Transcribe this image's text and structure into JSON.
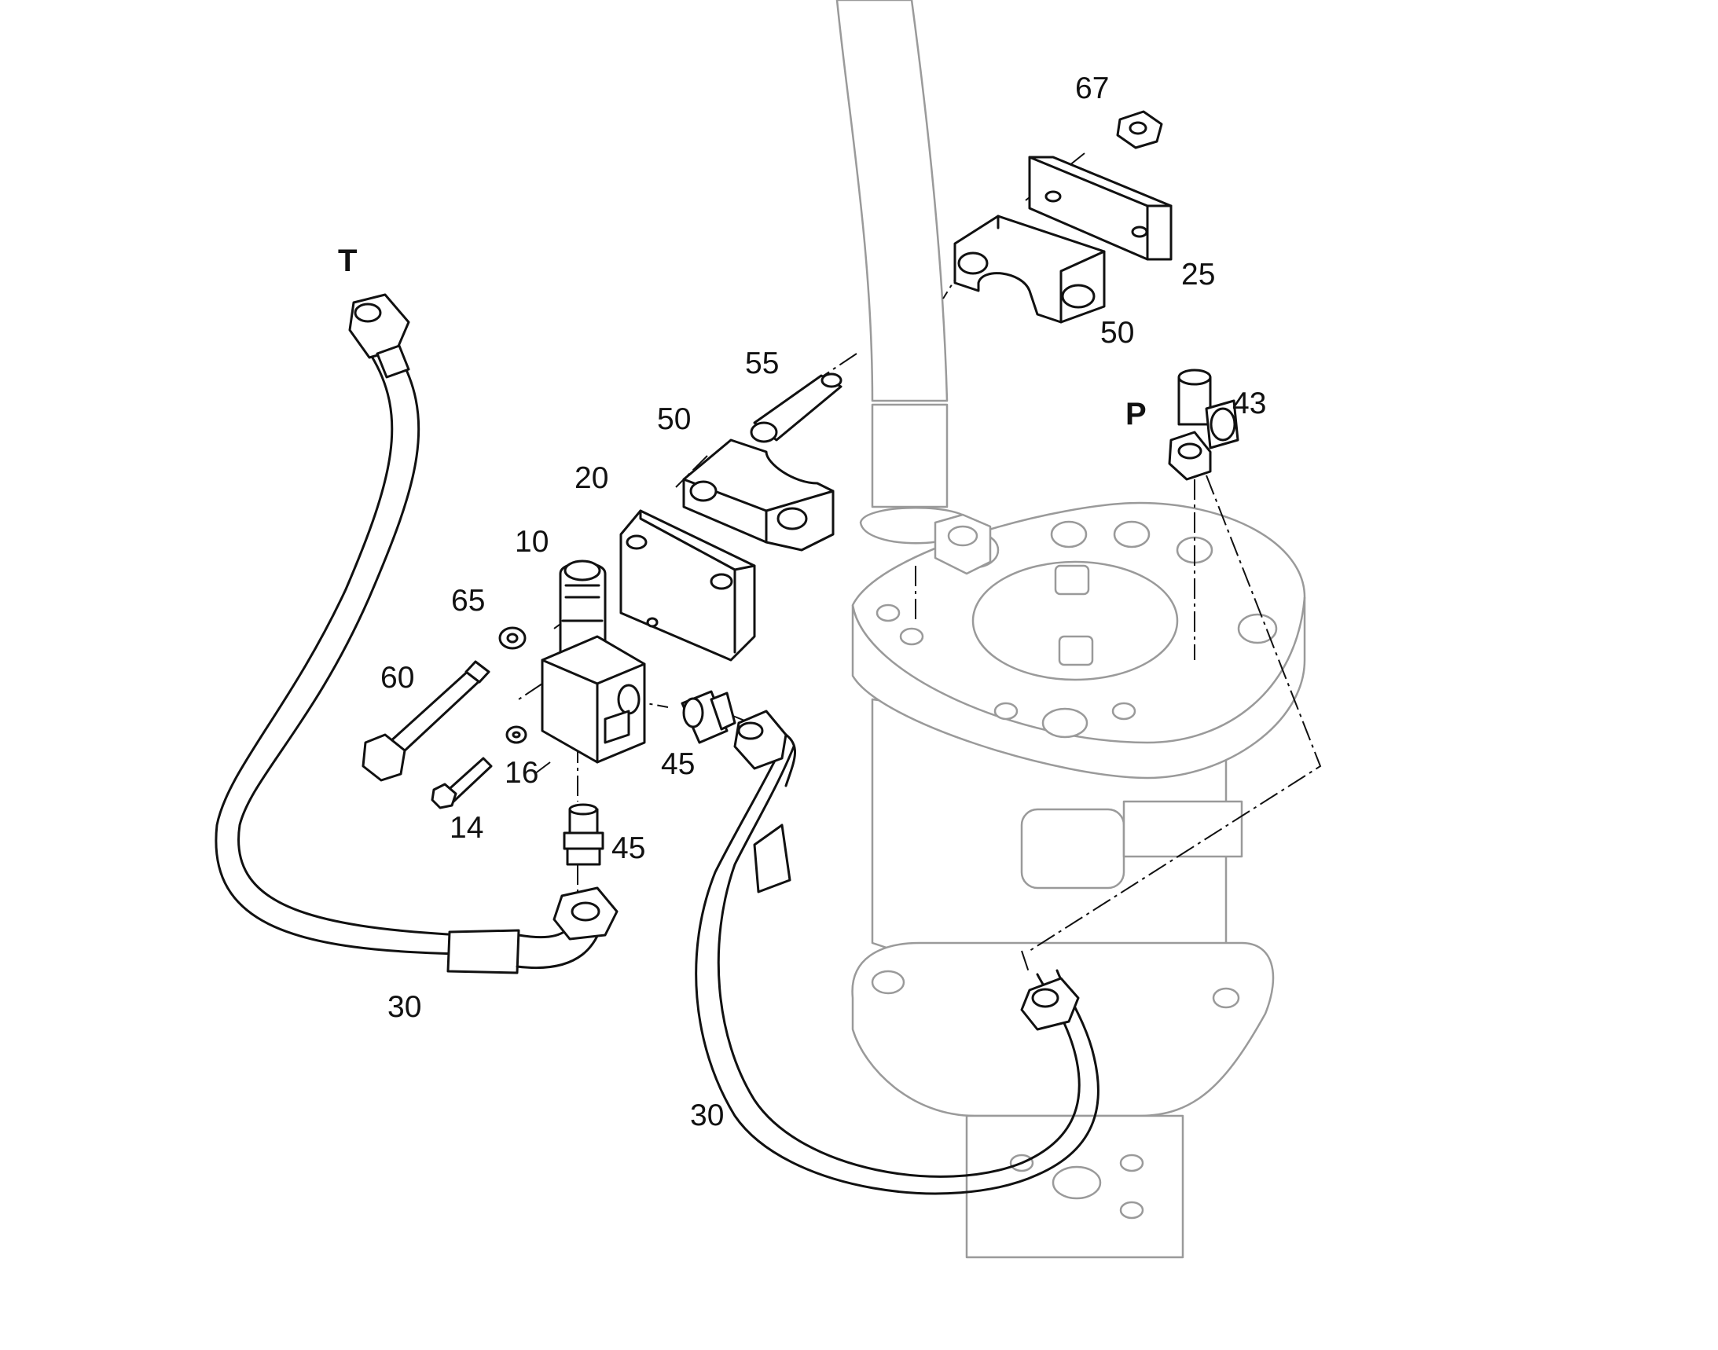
{
  "diagram": {
    "ports": {
      "tank": "T",
      "pressure": "P"
    },
    "callouts": {
      "c67": "67",
      "c25": "25",
      "c50_top": "50",
      "c55": "55",
      "c43": "43",
      "c50_mid": "50",
      "c20": "20",
      "c10": "10",
      "c65": "65",
      "c60": "60",
      "c16": "16",
      "c45_right": "45",
      "c14": "14",
      "c45_bottom": "45",
      "c30_left": "30",
      "c30_bottom": "30"
    }
  }
}
